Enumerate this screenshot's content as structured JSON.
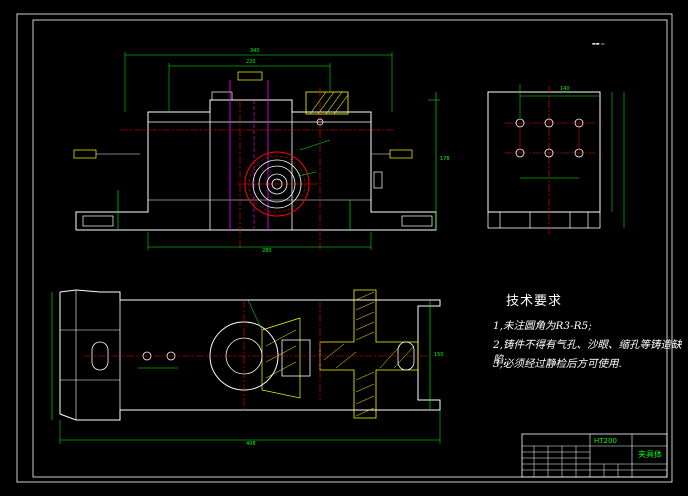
{
  "colors": {
    "background": "#000000",
    "outline": "#ffffff",
    "dimension": "#00ff00",
    "center": "#ff0000",
    "hidden": "#ff00ff",
    "section": "#ffff00",
    "circle": "#ff0000"
  },
  "tech_requirements": {
    "title": "技术要求",
    "items": [
      "1,未注圆角为R3-R5;",
      "2,铸件不得有气孔、沙眼、缩孔等铸造缺陷;",
      "3,必须经过静检后方可使用."
    ]
  },
  "title_block": {
    "material": "HT200",
    "part_name": "夹具体"
  },
  "dim_labels": {
    "front_top": "340",
    "front_inner": "220",
    "front_bottom": "280",
    "front_height": "178",
    "side_top": "140",
    "plan_bottom": "408",
    "plan_height": "150"
  }
}
